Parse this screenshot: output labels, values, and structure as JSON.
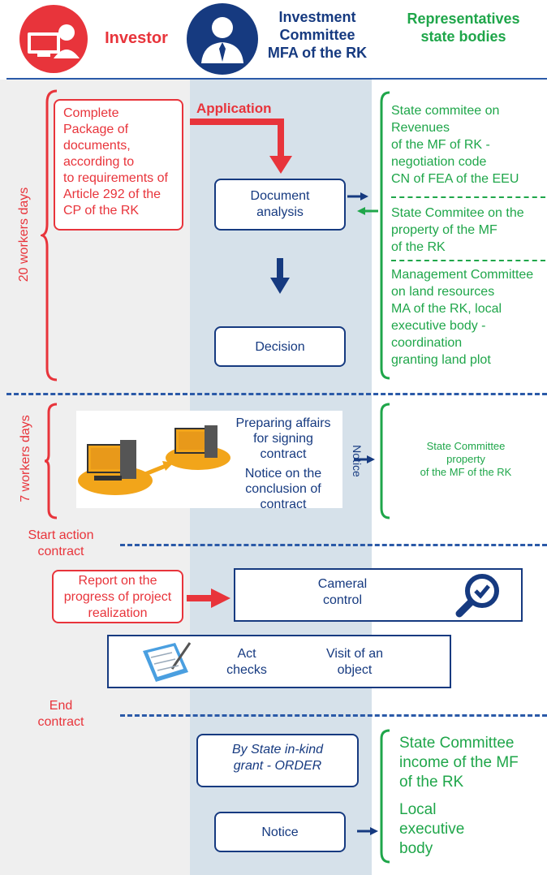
{
  "header": {
    "investor": "Investor",
    "committee_line1": "Investment",
    "committee_line2": "Committee",
    "committee_line3": "MFA of the RK",
    "state_line1": "Representatives",
    "state_line2": "state bodies"
  },
  "phase1": {
    "duration": "20 workers days",
    "package_lines": [
      "Complete",
      "Package of",
      "documents,",
      "according to",
      "to requirements of",
      "Article 292 of the",
      "CP of the RK"
    ],
    "application": "Application",
    "doc_analysis_line1": "Document",
    "doc_analysis_line2": "analysis",
    "decision": "Decision",
    "state_box1_lines": [
      "State commitee on",
      "Revenues",
      "of the MF of RK -",
      "negotiation code",
      "CN of FEA of the EEU"
    ],
    "state_box2_lines": [
      "State Commitee on the",
      "property of the MF",
      "of the RK"
    ],
    "state_box3_lines": [
      "Management Committee",
      "on land resources",
      "MA of the RK, local",
      "executive body -",
      "coordination",
      "granting land plot"
    ]
  },
  "phase2": {
    "duration": "7 workers days",
    "preparing_lines": [
      "Preparing affairs",
      "for signing",
      "contract"
    ],
    "notice_conclusion_lines": [
      "Notice on the",
      "conclusion of",
      "contract"
    ],
    "notice_vertical": "Notice",
    "state_lines": [
      "State Committee",
      "property",
      "of the MF of the RK"
    ]
  },
  "phase3": {
    "start_line1": "Start action",
    "start_line2": "contract",
    "report_lines": [
      "Report on the",
      "progress of project",
      "realization"
    ],
    "cameral_line1": "Cameral",
    "cameral_line2": "control",
    "act_line1": "Act",
    "act_line2": "checks",
    "visit_line1": "Visit of an",
    "visit_line2": "object"
  },
  "phase4": {
    "end_line1": "End",
    "end_line2": "contract",
    "grant_line1": "By State in-kind",
    "grant_line2": "grant - ORDER",
    "notice": "Notice",
    "state_lines_a": [
      "State Committee",
      "income of the MF",
      "of the RK"
    ],
    "state_lines_b": [
      "Local",
      "executive",
      "body"
    ]
  },
  "colors": {
    "red": "#e8343b",
    "green": "#1fa64a",
    "navy": "#163a80",
    "dash": "#2b5aa8"
  }
}
